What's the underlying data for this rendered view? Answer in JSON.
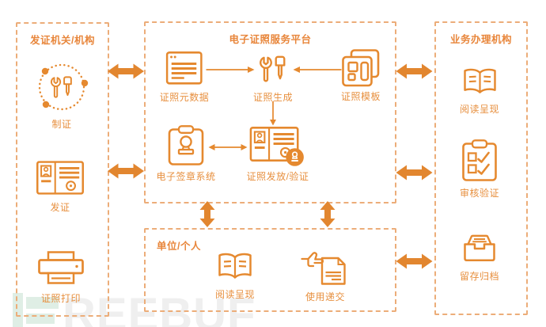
{
  "colors": {
    "primary": "#e5892f",
    "dash_border": "#ecad79",
    "label_text": "#e78f3e",
    "title_text": "#e8863b",
    "watermark_gray": "#efefef",
    "watermark_green": "#dfeee5"
  },
  "issuer": {
    "title": "发证机关/机构",
    "items": [
      {
        "label": "制证",
        "icon": "tools-dotted-circle-icon"
      },
      {
        "label": "发证",
        "icon": "id-card-icon"
      },
      {
        "label": "证照打印",
        "icon": "printer-icon"
      }
    ]
  },
  "platform": {
    "title": "电子证照服务平台",
    "items": [
      {
        "label": "证照元数据",
        "icon": "browser-data-icon"
      },
      {
        "label": "证照生成",
        "icon": "tools-icon"
      },
      {
        "label": "证照模板",
        "icon": "stacked-templates-icon"
      },
      {
        "label": "电子签章系统",
        "icon": "stamp-clipboard-icon"
      },
      {
        "label": "证照发放/验证",
        "icon": "id-card-stamp-badge-icon"
      }
    ]
  },
  "consumer": {
    "title": "单位/个人",
    "items": [
      {
        "label": "阅读呈现",
        "icon": "open-book-icon"
      },
      {
        "label": "使用递交",
        "icon": "hand-submit-document-icon"
      }
    ]
  },
  "business": {
    "title": "业务办理机构",
    "items": [
      {
        "label": "阅读呈现",
        "icon": "open-book-icon"
      },
      {
        "label": "审核验证",
        "icon": "checklist-clipboard-icon"
      },
      {
        "label": "留存归档",
        "icon": "archive-box-icon"
      }
    ]
  },
  "watermark": {
    "text": "REEBUF"
  }
}
